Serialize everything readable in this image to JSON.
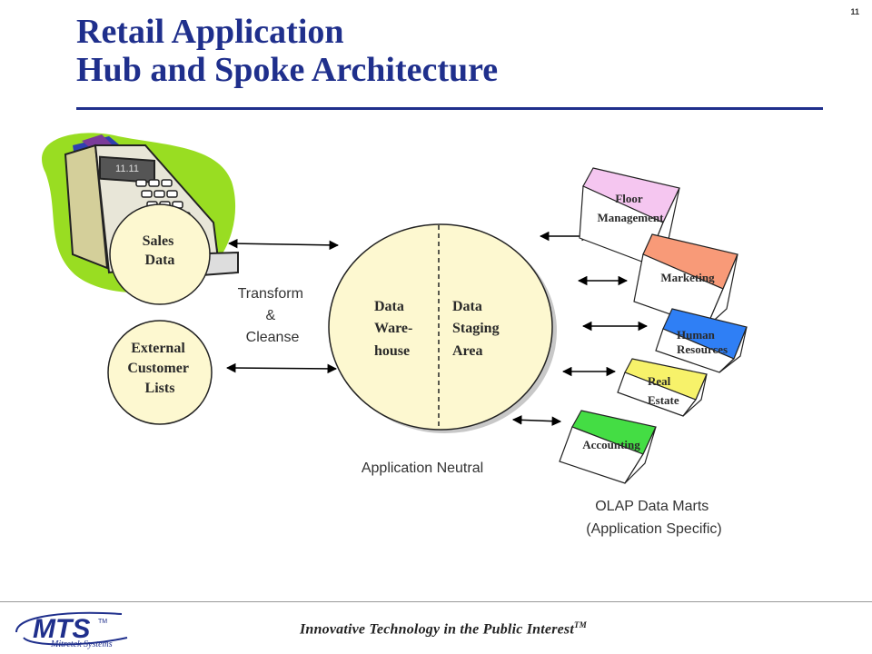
{
  "slide_number": "11",
  "title": {
    "line1": "Retail Application",
    "line2": "Hub and Spoke Architecture"
  },
  "sources": {
    "sales": [
      "Sales",
      "Data"
    ],
    "external": [
      "External",
      "Customer",
      "Lists"
    ]
  },
  "transform": [
    "Transform",
    "&",
    "Cleanse"
  ],
  "hub": {
    "warehouse": [
      "Data",
      "Ware-",
      "house"
    ],
    "staging": [
      "Data",
      "Staging",
      "Area"
    ],
    "caption": "Application Neutral"
  },
  "marts": [
    {
      "lines": [
        "Floor",
        "Management"
      ],
      "color": "#f5c6f0"
    },
    {
      "lines": [
        "Marketing"
      ],
      "color": "#f89a78"
    },
    {
      "lines": [
        "Human",
        "Resources"
      ],
      "color": "#2f7ff5"
    },
    {
      "lines": [
        "Real",
        "Estate"
      ],
      "color": "#f7f26a"
    },
    {
      "lines": [
        "Accounting"
      ],
      "color": "#44dd44"
    }
  ],
  "marts_caption": [
    "OLAP Data Marts",
    "(Application Specific)"
  ],
  "register_display": "11.11",
  "footer": {
    "logo_text": "MTS",
    "logo_tm": "TM",
    "logo_sub": "Mitretek Systems",
    "tagline": "Innovative Technology in the Public Interest",
    "tagline_tm": "TM"
  },
  "colors": {
    "title": "#1f2f8c",
    "circle_fill": "#fdf8d0",
    "source_fill": "#fdf8d0",
    "blob_green": "#99dd22",
    "register_purple": "#7a3b9a",
    "register_blue": "#2f3fb0"
  }
}
